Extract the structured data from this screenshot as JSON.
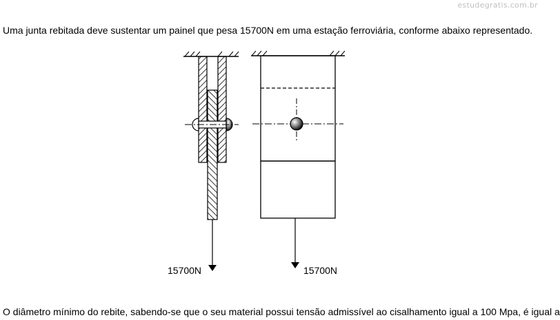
{
  "watermark": "estudegratis.com.br",
  "problem": {
    "statement": "Uma junta rebitada deve sustentar um painel que pesa 15700N em uma estação ferroviária, conforme abaixo representado.",
    "question": "O diâmetro mínimo do rebite, sabendo-se que o seu material possui tensão admissível ao cisalhamento igual a 100 Mpa, é igual a"
  },
  "figure": {
    "side_view_load_label": "15700N",
    "front_view_load_label": "15700N"
  }
}
